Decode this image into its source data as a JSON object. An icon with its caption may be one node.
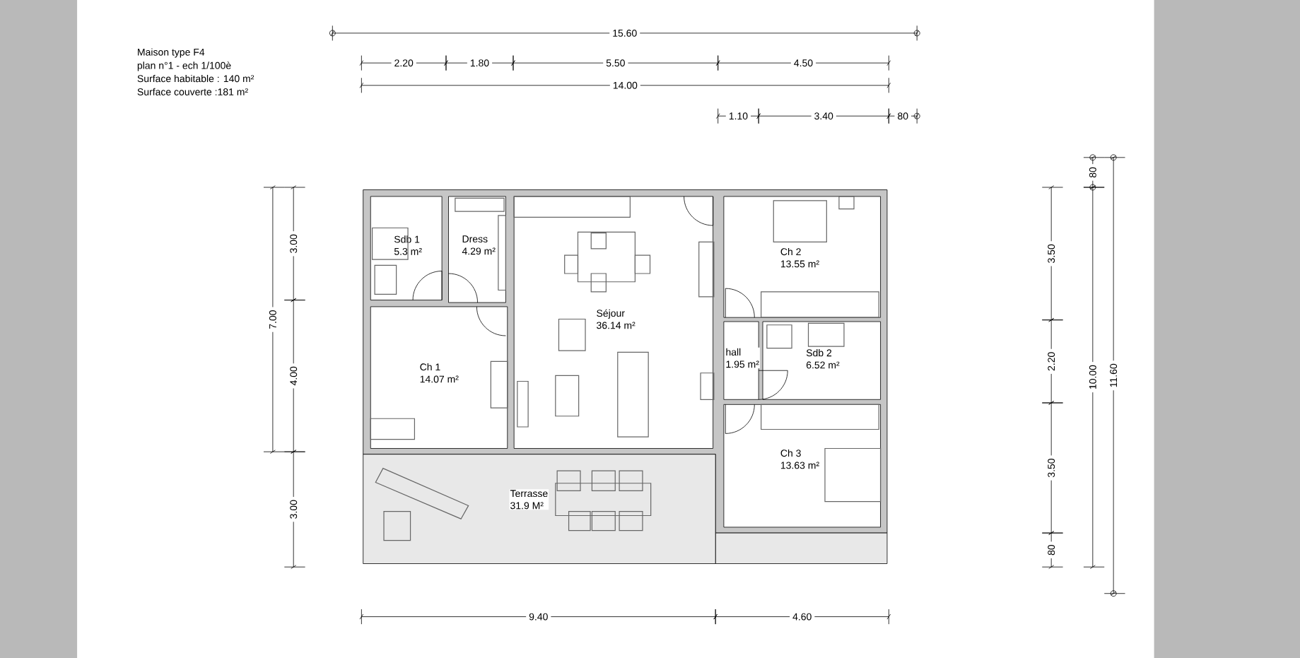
{
  "diagram": {
    "nodes": [
      {
        "text": [
          "Sdb 1",
          "5.3 m²"
        ]
      },
      {
        "text": [
          "Dress",
          "4.29 m²"
        ]
      },
      {
        "text": [
          "Séjour",
          "36.14 m²"
        ]
      },
      {
        "text": [
          "Ch 1",
          "14.07 m²"
        ]
      },
      {
        "text": [
          "Ch 2",
          "13.55 m²"
        ]
      },
      {
        "text": [
          "hall",
          "1.95 m²"
        ]
      },
      {
        "text": [
          "Sdb 2",
          "6.52 m²"
        ]
      },
      {
        "text": [
          "Ch 3",
          "13.63 m²"
        ]
      },
      {
        "text": [
          "Terrasse",
          "31.9 M²"
        ]
      }
    ],
    "labels": [
      "Maison type F4",
      "plan n°1 - ech 1/100è",
      "Surface habitable : 140 m²",
      "Surface couverte :181 m²",
      "15.60",
      "2.20",
      "1.80",
      "5.50",
      "4.50",
      "14.00",
      "1.10",
      "3.40",
      "80",
      "7.00",
      "3.00",
      "4.00",
      "3.00",
      "80",
      "3.50",
      "2.20",
      "3.50",
      "80",
      "10.00",
      "11.60",
      "9.40",
      "4.60"
    ]
  }
}
